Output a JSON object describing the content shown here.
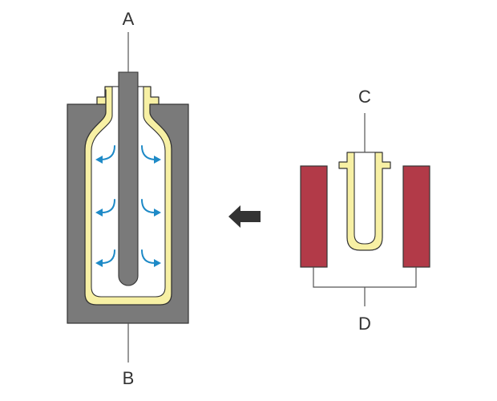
{
  "labels": {
    "a": "A",
    "b": "B",
    "c": "C",
    "d": "D"
  },
  "colors": {
    "mold": "#7a7a7a",
    "mold_stroke": "#333333",
    "preform": "#f7f0a4",
    "preform_stroke": "#333333",
    "heater": "#b23a48",
    "air_arrow": "#1e8ac7",
    "direction_arrow": "#333333",
    "leader_line": "#555555"
  }
}
